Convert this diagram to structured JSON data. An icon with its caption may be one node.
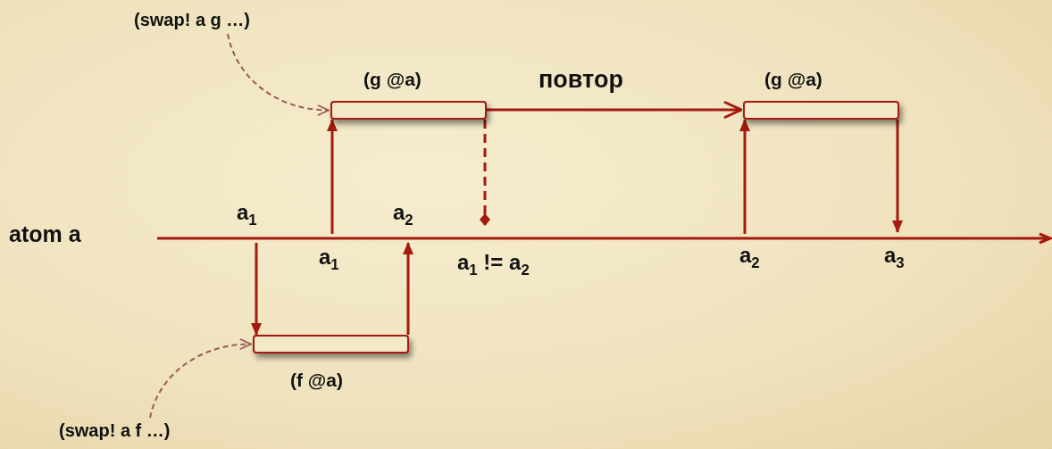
{
  "diagram": {
    "nodes": [
      {
        "text": [
          "atom a"
        ]
      },
      {
        "text": [
          "(g @a)"
        ]
      },
      {
        "text": [
          "(g @a)"
        ]
      },
      {
        "text": [
          "(f @a)"
        ]
      },
      {
        "text": [
          "(swap! a g …)"
        ]
      },
      {
        "text": [
          "(swap! a f …)"
        ]
      }
    ],
    "edges": [
      {
        "from": 0,
        "to": 3,
        "arrow": "to"
      },
      {
        "from": 3,
        "to": 0,
        "arrow": "to"
      },
      {
        "from": 0,
        "to": 1,
        "arrow": "to"
      },
      {
        "from": 1,
        "to": 0,
        "arrow": "other",
        "style": "dashed"
      },
      {
        "from": 1,
        "to": 2,
        "arrow": "to",
        "label": "повтор"
      },
      {
        "from": 0,
        "to": 2,
        "arrow": "to"
      },
      {
        "from": 2,
        "to": 0,
        "arrow": "to"
      },
      {
        "from": 4,
        "to": 1,
        "arrow": "to",
        "style": "dashed",
        "color": "#9b5b52"
      },
      {
        "from": 5,
        "to": 3,
        "arrow": "to",
        "style": "dashed",
        "color": "#9b5b52"
      }
    ],
    "labels": [
      "a$_{1}$",
      "a$_{2}$",
      "a$_{1}$",
      "a$_{1}$ != a$_{2}$",
      "a$_{2}$",
      "a$_{3}$"
    ]
  }
}
